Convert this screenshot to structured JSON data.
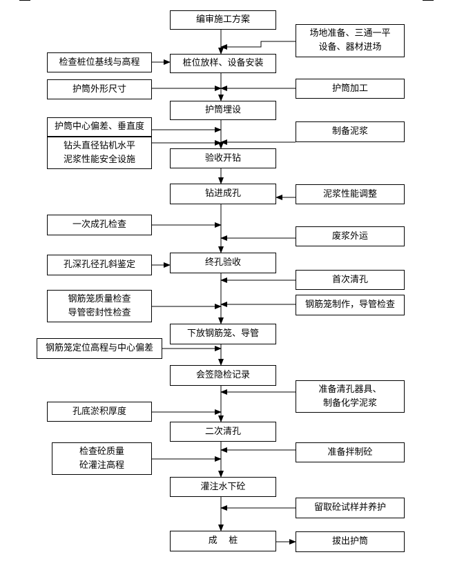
{
  "main_steps": [
    {
      "id": "m1",
      "label": "编审施工方案"
    },
    {
      "id": "m2",
      "label": "桩位放样、设备安装"
    },
    {
      "id": "m3",
      "label": "护筒埋设"
    },
    {
      "id": "m4",
      "label": "验收开钻"
    },
    {
      "id": "m5",
      "label": "钻进成孔"
    },
    {
      "id": "m6",
      "label": "终孔验收"
    },
    {
      "id": "m7",
      "label": "下放钢筋笼、导管"
    },
    {
      "id": "m8",
      "label": "会签隐检记录"
    },
    {
      "id": "m9",
      "label": "二次清孔"
    },
    {
      "id": "m10",
      "label": "灌注水下砼"
    },
    {
      "id": "m11",
      "label": "成    桩"
    }
  ],
  "left_checks": [
    {
      "id": "l1",
      "label": "检查桩位基线与高程"
    },
    {
      "id": "l2",
      "label": "护筒外形尺寸"
    },
    {
      "id": "l3",
      "label": "护筒中心偏差、垂直度"
    },
    {
      "id": "l4",
      "label": "钻头直径钻机水平\n泥浆性能安全设施"
    },
    {
      "id": "l5",
      "label": "一次成孔检查"
    },
    {
      "id": "l6",
      "label": "孔深孔径孔斜鉴定"
    },
    {
      "id": "l7",
      "label": "钢筋笼质量检查\n导管密封性检查"
    },
    {
      "id": "l8",
      "label": "钢筋笼定位高程与中心偏差"
    },
    {
      "id": "l9",
      "label": "孔底淤积厚度"
    },
    {
      "id": "l10",
      "label": "检查砼质量\n砼灌注高程"
    }
  ],
  "right_inputs": [
    {
      "id": "r1",
      "label": "场地准备、三通一平\n设备、器材进场"
    },
    {
      "id": "r2",
      "label": "护筒加工"
    },
    {
      "id": "r3",
      "label": "制备泥浆"
    },
    {
      "id": "r4",
      "label": "泥浆性能调整"
    },
    {
      "id": "r5",
      "label": "废浆外运"
    },
    {
      "id": "r6",
      "label": "首次清孔"
    },
    {
      "id": "r7",
      "label": "钢筋笼制作，导管检查"
    },
    {
      "id": "r8",
      "label": "准备清孔器具、\n制备化学泥浆"
    },
    {
      "id": "r9",
      "label": "准备拌制砼"
    },
    {
      "id": "r10",
      "label": "留取砼试样并养护"
    },
    {
      "id": "r11",
      "label": "拔出护筒"
    }
  ]
}
